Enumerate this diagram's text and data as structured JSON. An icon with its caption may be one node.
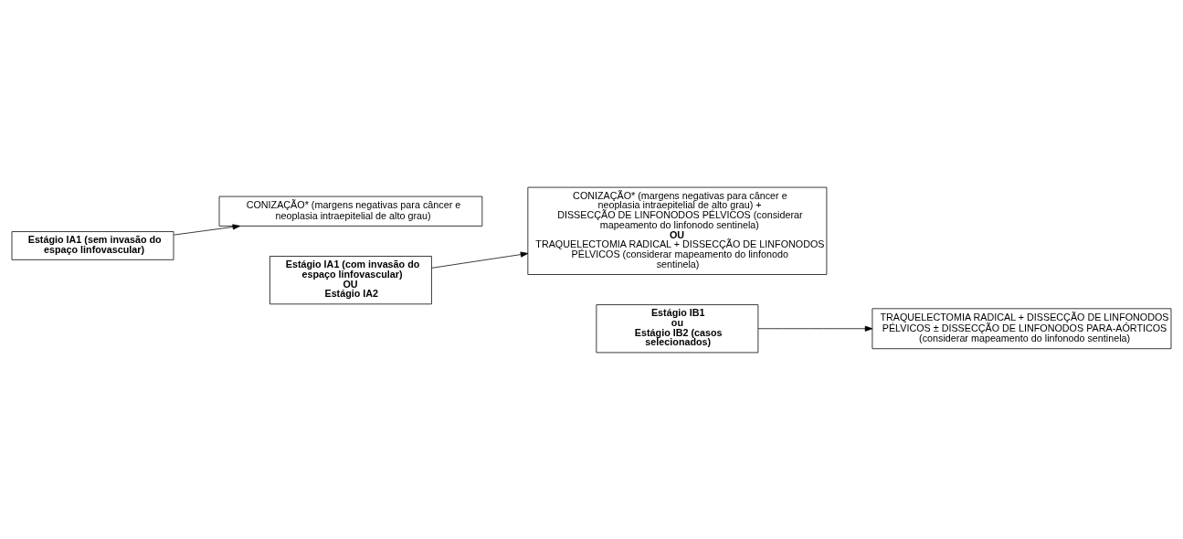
{
  "diagram": {
    "nodes": [
      {
        "text": [
          "Estágio IA1 (sem invasão do espaço linfovascular)"
        ]
      },
      {
        "text": [
          "CONIZAÇÃO* (margens negativas para câncer e neoplasia intraepitelial de alto grau)"
        ]
      },
      {
        "text": [
          "Estágio IA1 (com invasão do espaço linfovascular)",
          "OU",
          "Estágio IA2"
        ]
      },
      {
        "text": [
          "CONIZAÇÃO* (margens negativas para câncer e neoplasia intraepitelial de alto grau) + DISSECÇÃO DE LINFONODOS PÉLVICOS (considerar mapeamento do linfonodo sentinela)",
          "OU",
          "TRAQUELECTOMIA RADICAL + DISSECÇÃO DE LINFONODOS PÉLVICOS (considerar mapeamento do linfonodo sentinela)"
        ]
      },
      {
        "text": [
          "Estágio IB1",
          "ou",
          "Estágio IB2 (casos selecionados)"
        ]
      },
      {
        "text": [
          "TRAQUELECTOMIA RADICAL + DISSECÇÃO DE LINFONODOS PÉLVICOS ± DISSECÇÃO DE LINFONODOS PARA-AÓRTICOS (considerar mapeamento do linfonodo sentinela)"
        ]
      }
    ],
    "edges": [
      {
        "from": 0,
        "to": 1,
        "arrow": "to"
      },
      {
        "from": 2,
        "to": 3,
        "arrow": "to"
      },
      {
        "from": 4,
        "to": 5,
        "arrow": "to"
      }
    ]
  }
}
